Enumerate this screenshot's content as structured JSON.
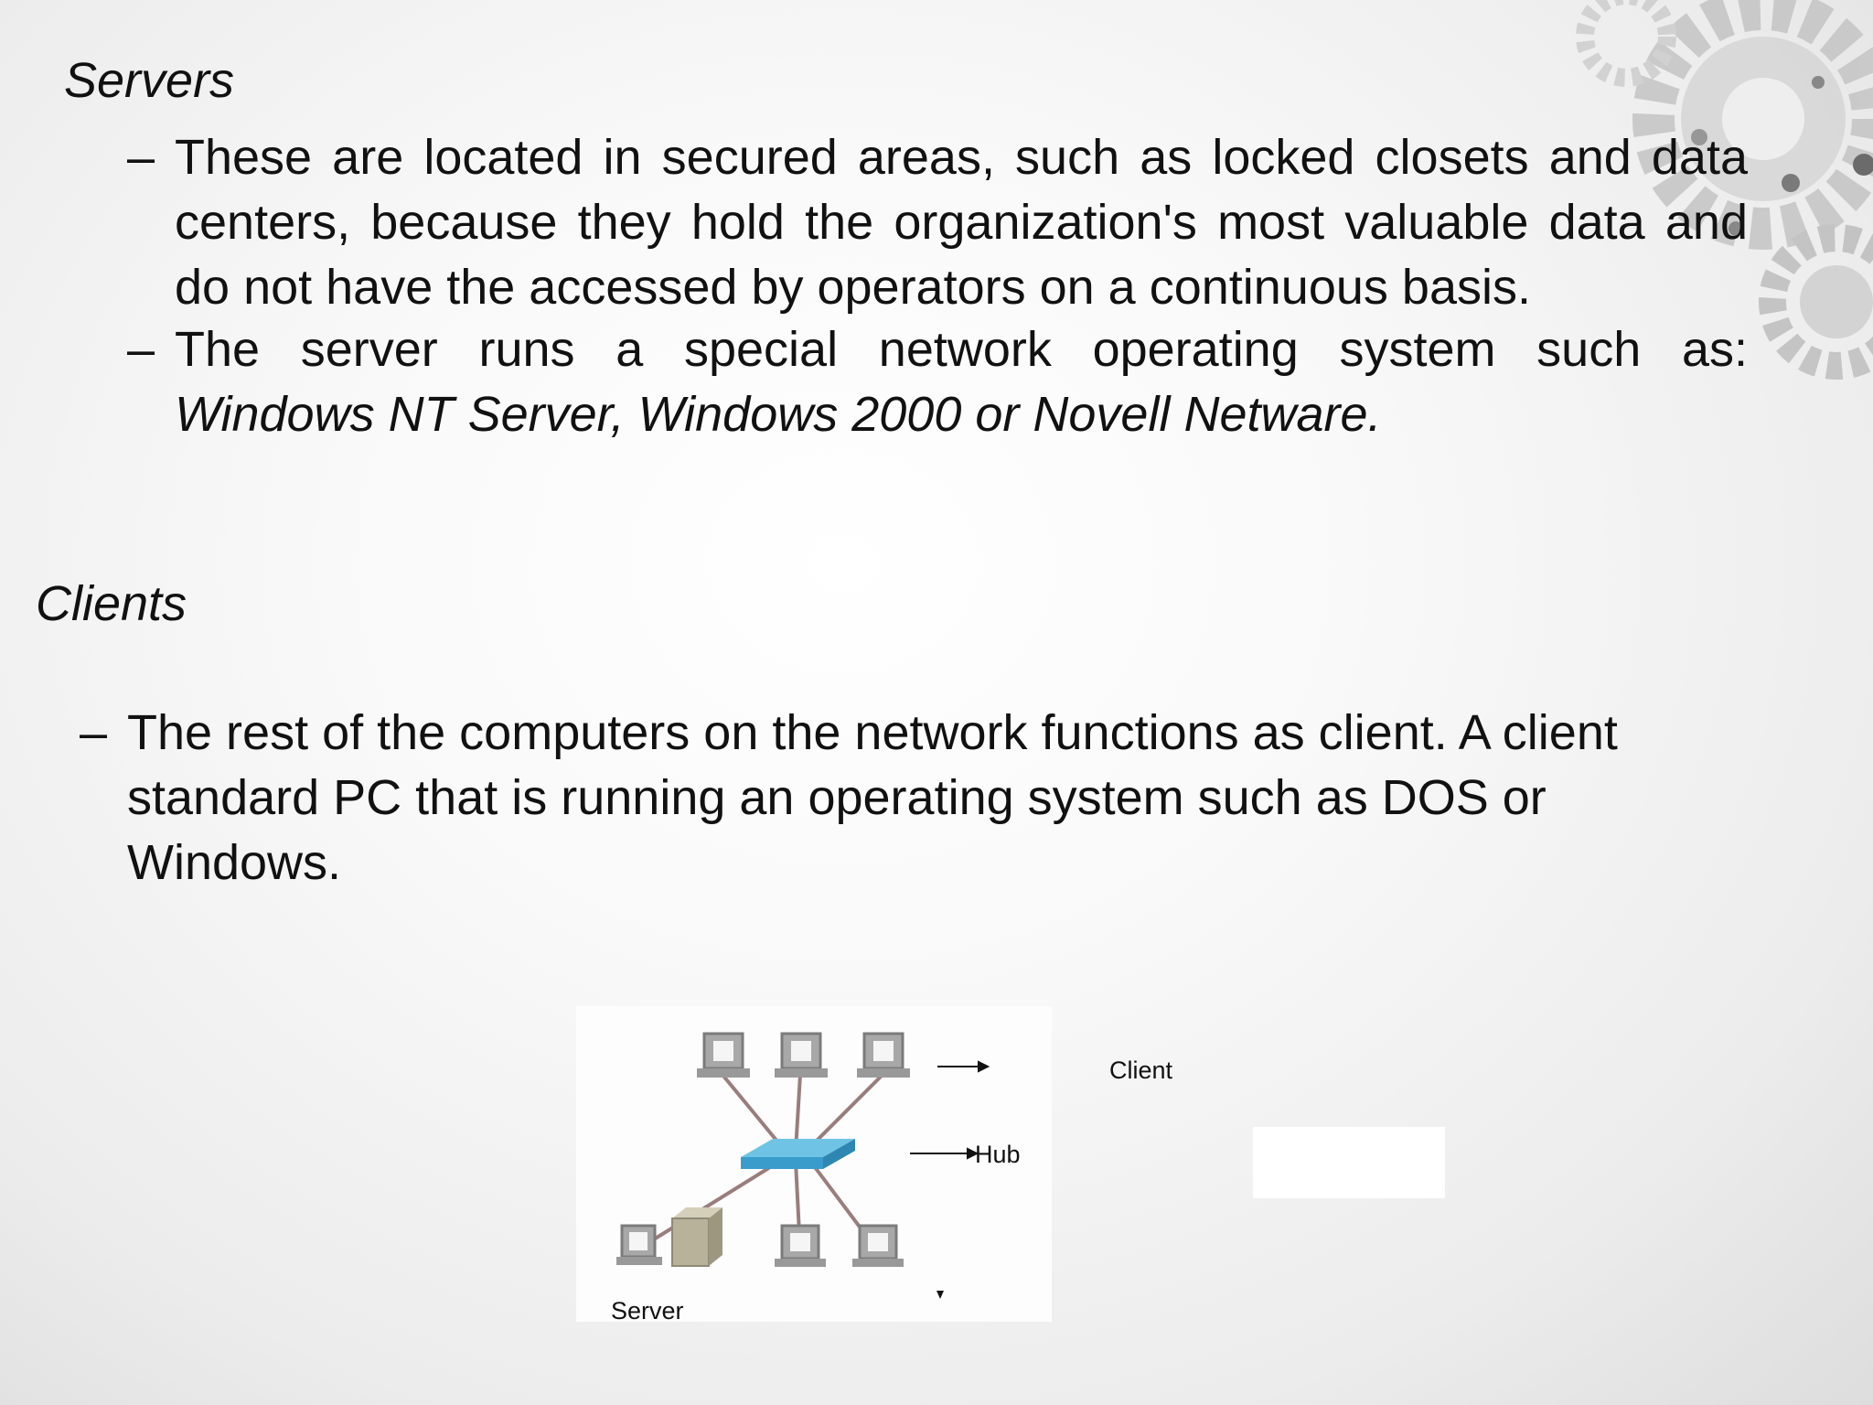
{
  "servers": {
    "heading": "Servers",
    "bullets": [
      {
        "text": "These are located in secured areas, such as locked closets and data centers,  because they hold the organization's most valuable data and do not have the  accessed by operators on a continuous basis."
      },
      {
        "text": "The server runs a special network operating system such as:",
        "italic_text": "Windows NT  Server, Windows 2000 or Novell Netware."
      }
    ]
  },
  "clients": {
    "heading": "Clients",
    "bullets": [
      {
        "text": "The rest of the computers on the network functions as client. A client standard  PC that is running an operating system such as DOS or Windows."
      }
    ]
  },
  "diagram": {
    "labels": {
      "client": "Client",
      "hub": "Hub",
      "server": "Server"
    }
  },
  "colors": {
    "hub": "#4fb3d9",
    "computer": "#a8a8a8",
    "server_box": "#b8b29a",
    "cable": "#9a7d7d"
  }
}
